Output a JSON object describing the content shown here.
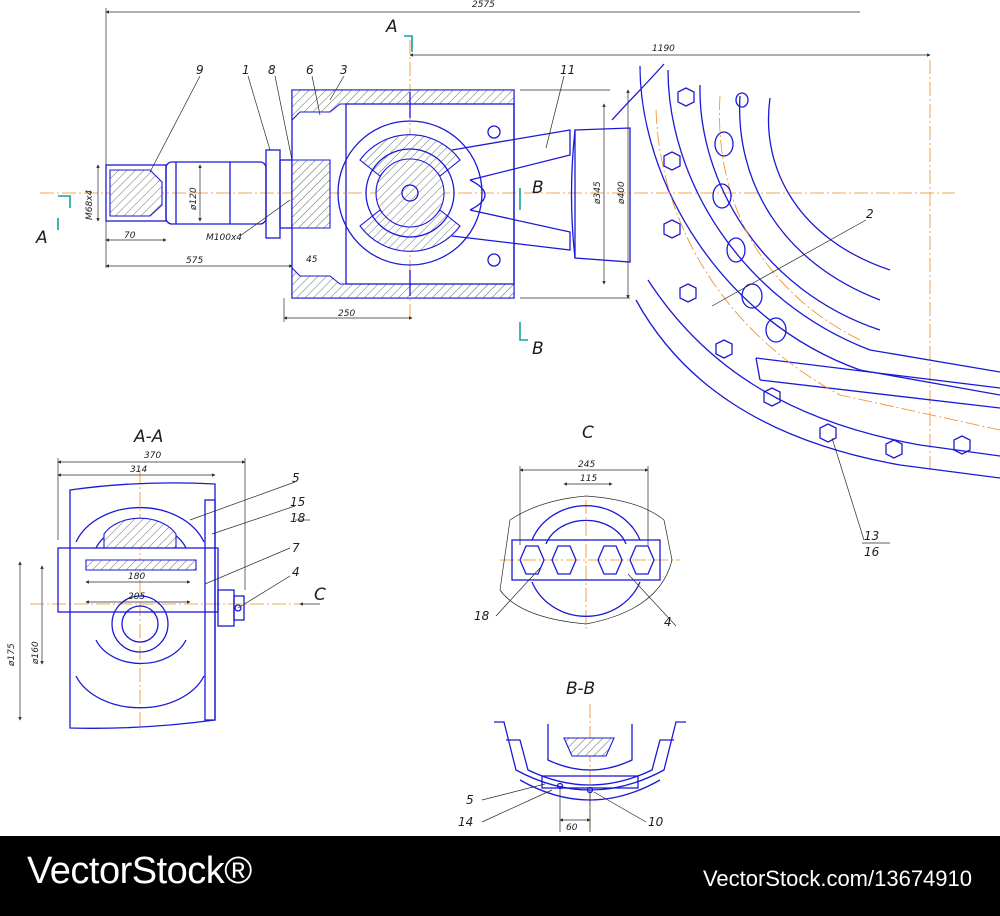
{
  "dimensions": {
    "overall_length": "2575",
    "right_span": "1190",
    "thread_left": "M68x4",
    "dia_120": "ø120",
    "thread_mid": "M100x4",
    "len_70": "70",
    "len_575": "575",
    "len_45": "45",
    "len_250": "250",
    "dia_345": "ø345",
    "dia_400": "ø400",
    "aa_370": "370",
    "aa_314": "314",
    "aa_180": "180",
    "aa_205": "205",
    "aa_dia175": "ø175",
    "aa_dia160": "ø160",
    "c_245": "245",
    "c_115": "115",
    "bb_60": "60"
  },
  "section_marks": {
    "a_top": "A",
    "a_left": "A",
    "b_top": "B",
    "b_bottom": "B",
    "c_arrow": "C"
  },
  "views": {
    "aa_title": "A-A",
    "c_title": "C",
    "bb_title": "B-B"
  },
  "part_refs": {
    "main": [
      "9",
      "1",
      "8",
      "6",
      "3",
      "11",
      "2",
      "13",
      "16"
    ],
    "aa": [
      "5",
      "15",
      "18",
      "7",
      "4"
    ],
    "c": [
      "18",
      "4"
    ],
    "bb": [
      "5",
      "14",
      "10"
    ]
  },
  "footer": {
    "brand": "VectorStock®",
    "image_id": "VectorStock.com/13674910"
  },
  "colors": {
    "outline": "#1a1ad6",
    "axis": "#f08a24",
    "section_mark": "#14a0a0",
    "footer_bg": "#000000"
  }
}
